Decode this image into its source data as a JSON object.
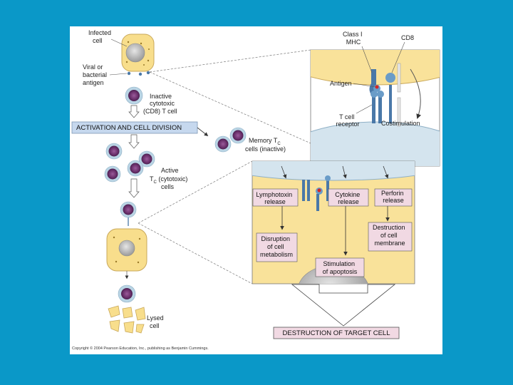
{
  "labels": {
    "infected_cell": [
      "Infected",
      "cell"
    ],
    "viral_antigen": [
      "Viral or",
      "bacterial",
      "antigen"
    ],
    "inactive_tc": [
      "Inactive",
      "cytotoxic",
      "(CD8) T cell"
    ],
    "activation_banner": "ACTIVATION AND CELL DIVISION",
    "memory_tc": [
      "Memory T",
      "C",
      "cells (inactive)"
    ],
    "active_tc": [
      "Active",
      "T",
      "C",
      " (cytotoxic)",
      "cells"
    ],
    "lysed_cell": [
      "Lysed",
      "cell"
    ],
    "class1_mhc": [
      "Class I",
      "MHC"
    ],
    "cd8": "CD8",
    "antigen": "Antigen",
    "t_cell_receptor": [
      "T cell",
      "receptor"
    ],
    "costimulation": "Costimulation",
    "lymphotoxin_release": [
      "Lymphotoxin",
      "release"
    ],
    "cytokine_release": [
      "Cytokine",
      "release"
    ],
    "perforin_release": [
      "Perforin",
      "release"
    ],
    "disruption_metabolism": [
      "Disruption",
      "of cell",
      "metabolism"
    ],
    "stimulation_apoptosis": [
      "Stimulation",
      "of apoptosis"
    ],
    "destruction_membrane": [
      "Destruction",
      "of cell",
      "membrane"
    ],
    "destruction_target": "DESTRUCTION OF TARGET CELL",
    "copyright": "Copyright © 2004 Pearson Education, Inc., publishing as Benjamin Cummings."
  },
  "colors": {
    "background": "#0a98c8",
    "infected_cell": "#f8de8c",
    "infected_nucleus": "#c9c9c9",
    "t_cell_nucleus": "#7a3a7a",
    "t_cell_outer": "#b9d4e4",
    "banner_fill": "#c6d8ee",
    "box_fill": "#f1d9e3",
    "detail_yellow": "#f9e29a",
    "detail_blue": "#d4e4ee",
    "antigen_red": "#d42626"
  }
}
